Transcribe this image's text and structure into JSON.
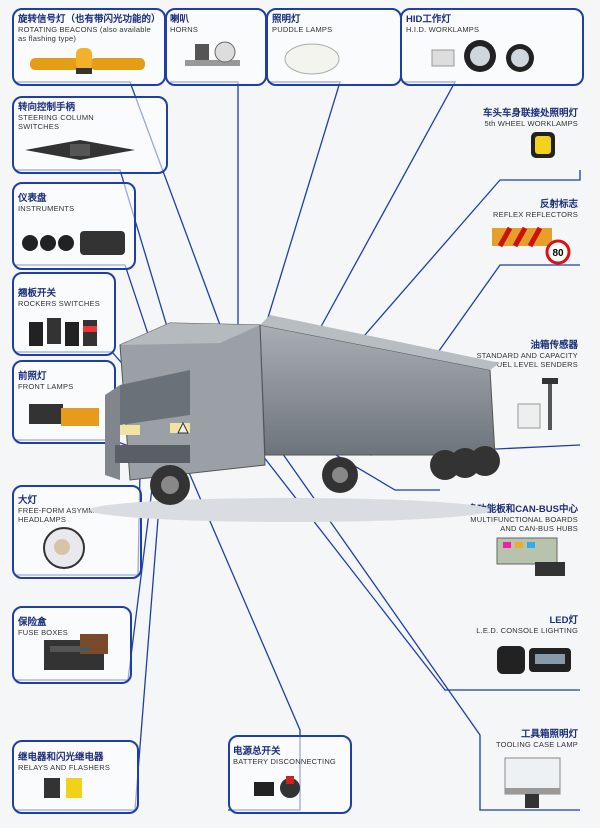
{
  "labels": {
    "rotating": {
      "cn": "旋转信号灯（也有带闪光功能的）",
      "en": "ROTATING BEACONS (also available as flashing type)"
    },
    "horns": {
      "cn": "喇叭",
      "en": "HORNS"
    },
    "puddle": {
      "cn": "照明灯",
      "en": "PUDDLE LAMPS"
    },
    "hid": {
      "cn": "HID工作灯",
      "en": "H.I.D. WORKLAMPS"
    },
    "fifth": {
      "cn": "车头车身联接处照明灯",
      "en": "5th WHEEL WORKLAMPS"
    },
    "steering": {
      "cn": "转向控制手柄",
      "en": "STEERING COLUMN SWITCHES"
    },
    "instruments": {
      "cn": "仪表盘",
      "en": "INSTRUMENTS"
    },
    "reflex": {
      "cn": "反射标志",
      "en": "REFLEX REFLECTORS"
    },
    "rockers": {
      "cn": "翘板开关",
      "en": "ROCKERS SWITCHES"
    },
    "front": {
      "cn": "前照灯",
      "en": "FRONT LAMPS"
    },
    "fuel": {
      "cn": "油箱传感器",
      "en": "STANDARD AND CAPACITY FUEL LEVEL SENDERS"
    },
    "headlamps": {
      "cn": "大灯",
      "en": "FREE-FORM ASYMMETRIC HEADLAMPS"
    },
    "canbus": {
      "cn": "多功能板和CAN-BUS中心",
      "en": "MULTIFUNCTIONAL BOARDS AND CAN-BUS HUBS"
    },
    "fuse": {
      "cn": "保险盒",
      "en": "FUSE BOXES"
    },
    "led": {
      "cn": "LED灯",
      "en": "L.E.D. CONSOLE LIGHTING"
    },
    "relays": {
      "cn": "继电器和闪光继电器",
      "en": "RELAYS AND FLASHERS"
    },
    "battery": {
      "cn": "电源总开关",
      "en": "BATTERY DISCONNECTING"
    },
    "tooling": {
      "cn": "工具箱照明灯",
      "en": "TOOLING CASE LAMP"
    }
  },
  "reflector_sign": "80",
  "colors": {
    "frame": "#1f3fa8",
    "truck": "#8f959c",
    "accent": "#e8a21a"
  }
}
